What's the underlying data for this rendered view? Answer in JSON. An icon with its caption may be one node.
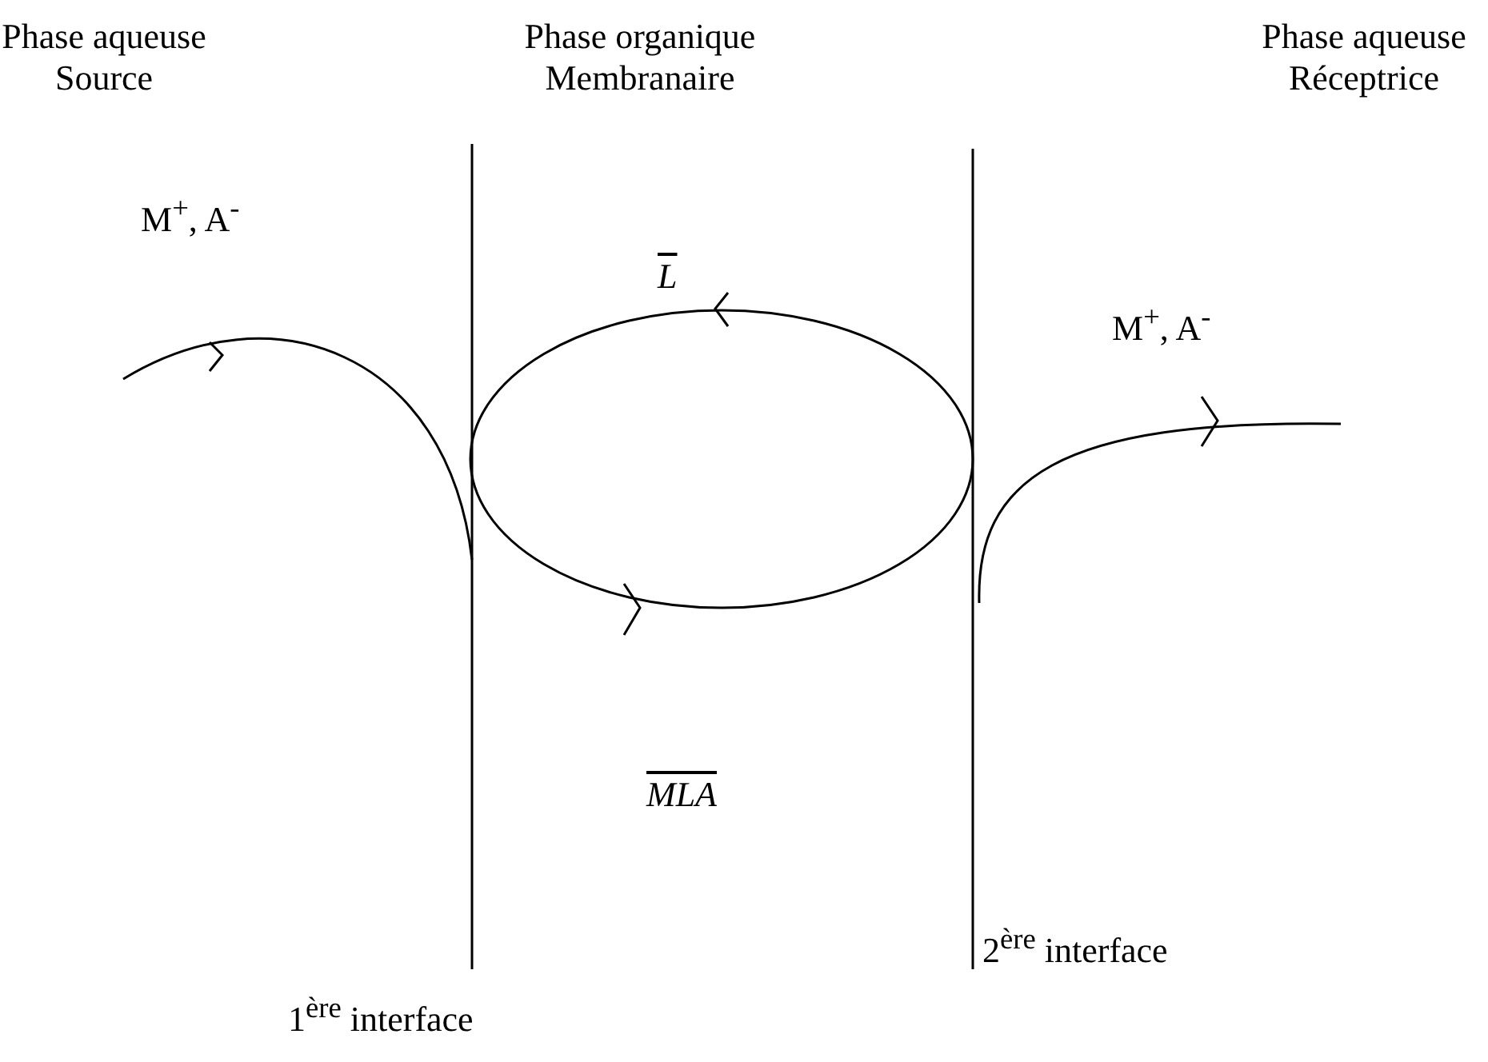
{
  "diagram": {
    "labels": [
      "Phase aqueuse Source",
      "Phase organique Membranaire",
      "Phase aqueuse Réceptrice",
      "M$^{+}$, A$^{-}$",
      "L",
      "M$^{+}$, A$^{-}$",
      "MLA",
      "1$^{ère}$ interface",
      "2$^{ère}$ interface"
    ]
  }
}
